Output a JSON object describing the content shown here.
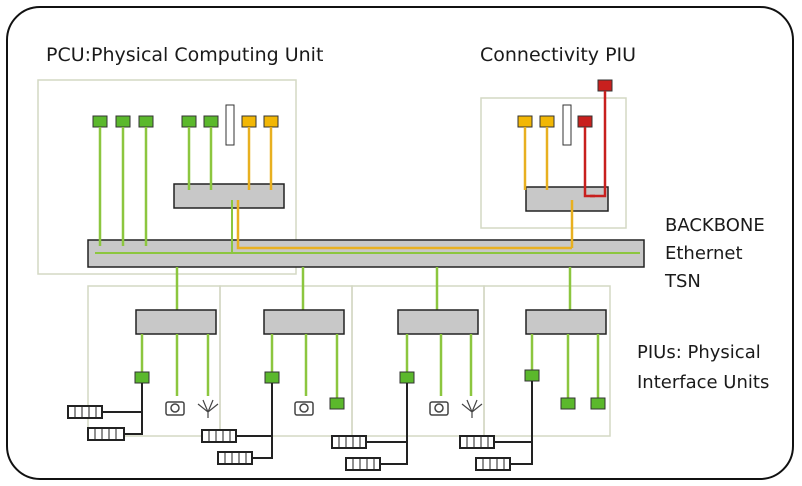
{
  "titles": {
    "pcu": "PCU:Physical Computing Unit",
    "connectivity": "Connectivity PIU",
    "backbone_line1": "BACKBONE",
    "backbone_line2": "Ethernet",
    "backbone_line3": "TSN",
    "pius_line1": "PIUs: Physical",
    "pius_line2": "Interface Units"
  },
  "colors": {
    "ecu_green": "#5bb82c",
    "ecu_yellow": "#f2b705",
    "ecu_red": "#c8201e",
    "link_green": "#8cc63f",
    "link_yellow": "#e8b020",
    "link_red": "#c8201e",
    "switch_fill": "#c8c8c8",
    "box_border": "#d4d8c4"
  },
  "icons": [
    "camera-icon",
    "radar-icon",
    "battery-pack-icon"
  ]
}
